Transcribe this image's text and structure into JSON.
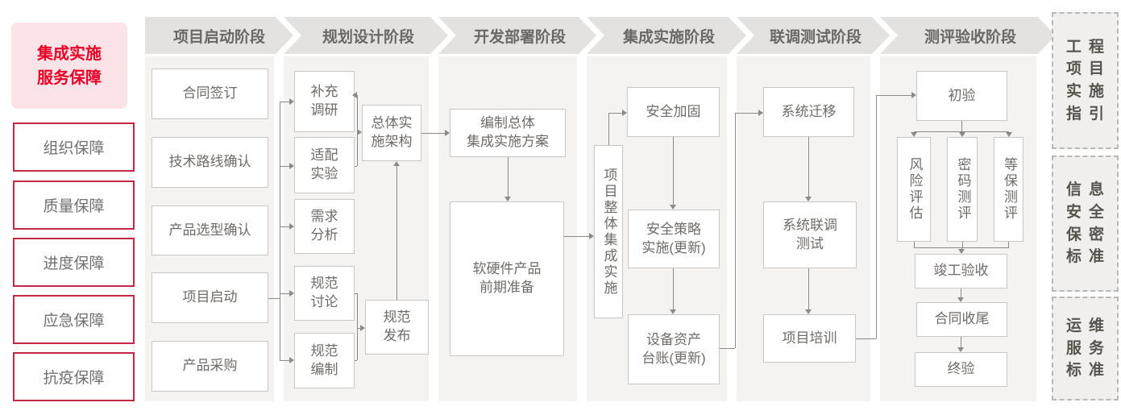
{
  "sidebar": {
    "title": "集成实施\n服务保障",
    "items": [
      "组织保障",
      "质量保障",
      "进度保障",
      "应急保障",
      "抗疫保障"
    ]
  },
  "phases": {
    "p1": {
      "label": "项目启动阶段",
      "b1": "合同签订",
      "b2": "技术路线确认",
      "b3": "产品选型确认",
      "b4": "项目启动",
      "b5": "产品采购"
    },
    "p2": {
      "label": "规划设计阶段",
      "b1": "补充\n调研",
      "b2": "适配\n实验",
      "b3": "需求\n分析",
      "b4": "规范\n讨论",
      "b5": "规范\n编制",
      "b6": "总体实\n施架构",
      "b7": "规范\n发布"
    },
    "p3": {
      "label": "开发部署阶段",
      "b1": "编制总体\n集成实施方案",
      "b2": "软硬件产品\n前期准备"
    },
    "p4": {
      "label": "集成实施阶段",
      "b1": "项目整体集成实施",
      "b2": "安全加固",
      "b3": "安全策略\n实施(更新)",
      "b4": "设备资产\n台账(更新)"
    },
    "p5": {
      "label": "联调测试阶段",
      "b1": "系统迁移",
      "b2": "系统联调\n测试",
      "b3": "项目培训"
    },
    "p6": {
      "label": "测评验收阶段",
      "b1": "初验",
      "b2": "风险评估",
      "b3": "密码测评",
      "b4": "等保测评",
      "b5": "竣工验收",
      "b6": "合同收尾",
      "b7": "终验"
    }
  },
  "standards": {
    "s1": "工程\n项目\n实施\n指引",
    "s2": "信息\n安全\n保密\n标准",
    "s3": "运维\n服务\n标准"
  },
  "colors": {
    "accent_red": "#e60027",
    "border_red": "#c22743",
    "pink_bg": "#fbe3e7",
    "panel_bg": "#f4f3f2",
    "banner_bg": "#e4e2e0",
    "line_gray": "#8a8a8a"
  }
}
